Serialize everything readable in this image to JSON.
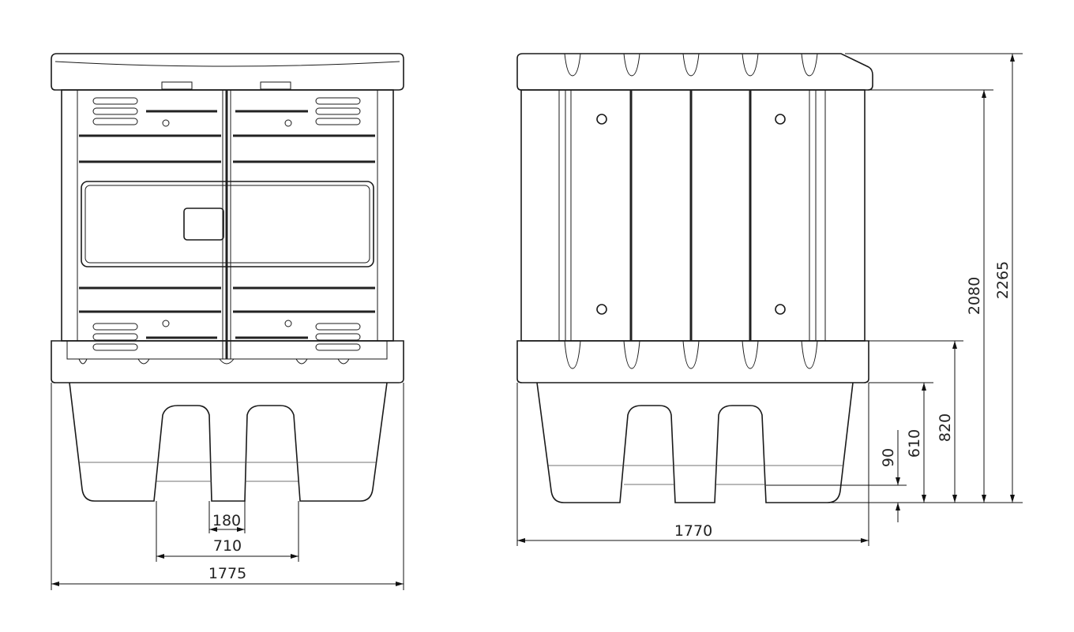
{
  "front_view": {
    "dimensions": {
      "pocket_width": "180",
      "pocket_spacing": "710",
      "overall_width": "1775"
    }
  },
  "side_view": {
    "dimensions": {
      "overall_length": "1770",
      "pocket_height": "90",
      "sump_height": "610",
      "base_height": "820",
      "body_height": "2080",
      "overall_height": "2265"
    }
  }
}
